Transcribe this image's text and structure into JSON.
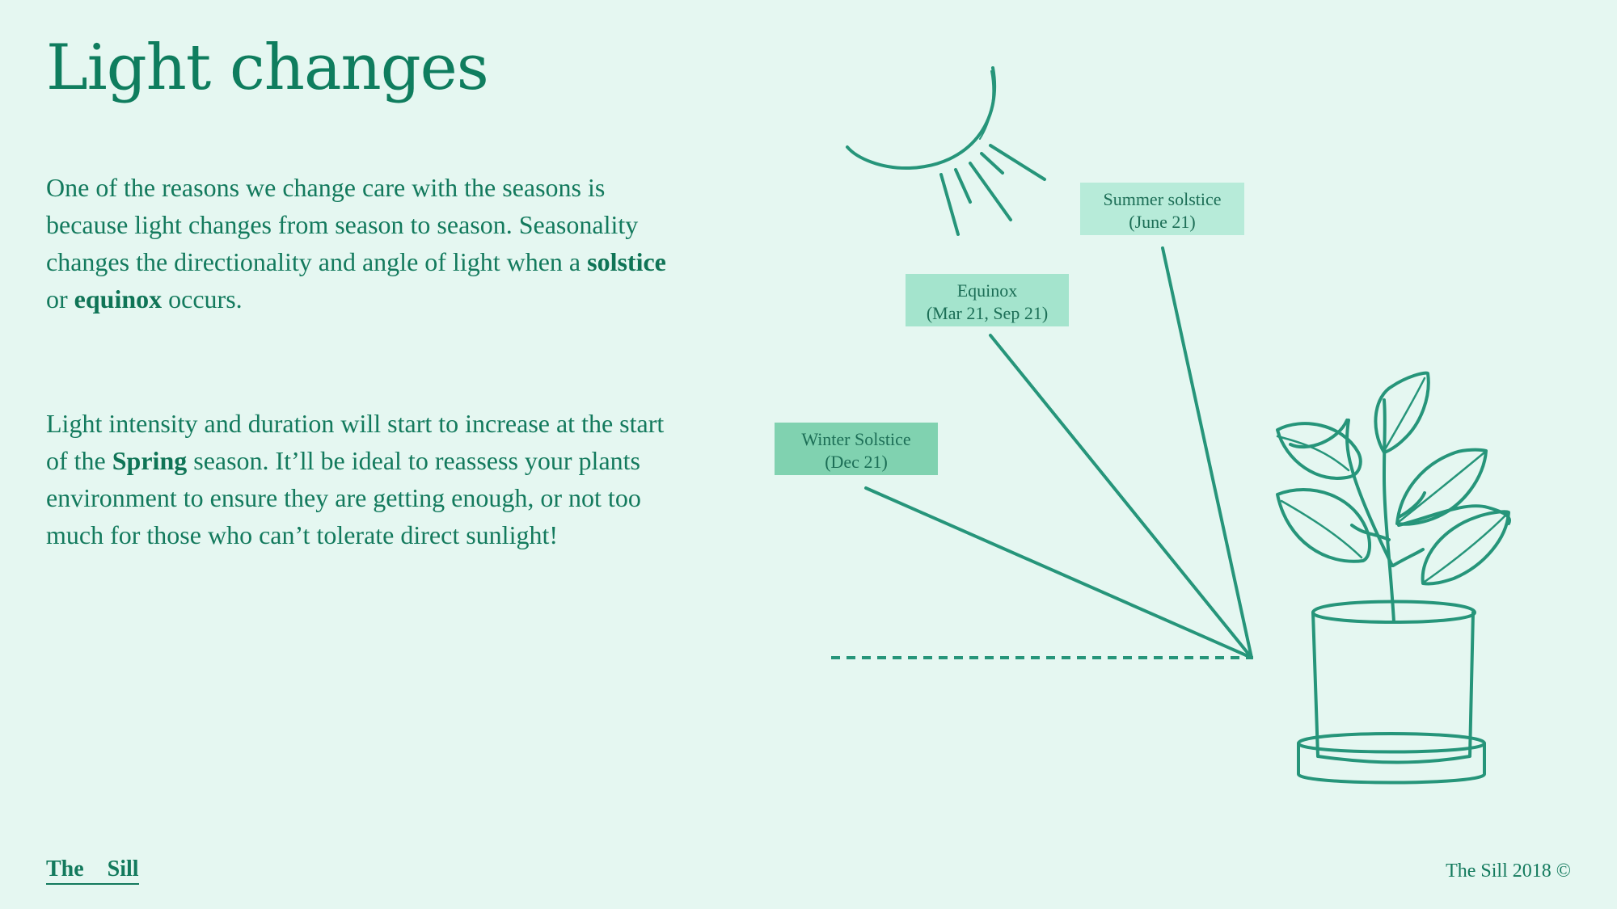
{
  "title": "Light changes",
  "paragraphs": {
    "p1": {
      "text_a": "One of the reasons we change care with the seasons is because light changes from season to season. Seasonality changes the directionality and angle of light when a ",
      "bold_a": "solstice",
      "text_b": " or ",
      "bold_b": "equinox",
      "text_c": " occurs."
    },
    "p2": {
      "text_a": "Light intensity and duration will start to increase at the start of the ",
      "bold_a": "Spring",
      "text_b": " season. It’ll be ideal to reassess your plants environment to ensure they are getting enough, or not too much for those who can’t tolerate direct sunlight!"
    }
  },
  "diagram": {
    "labels": {
      "summer": {
        "line1": "Summer solstice",
        "line2": "(June 21)"
      },
      "equinox": {
        "line1": "Equinox",
        "line2": "(Mar 21, Sep 21)"
      },
      "winter": {
        "line1": "Winter Solstice",
        "line2": "(Dec 21)"
      }
    },
    "icons": [
      "sun-icon",
      "potted-plant-icon"
    ],
    "colors": {
      "line": "#26957a",
      "summer_box": "#b7ebd9",
      "equinox_box": "#a4e4cd",
      "winter_box": "#80d2b0",
      "background": "#e5f7f1"
    }
  },
  "footer": {
    "brand": "The Sill",
    "copyright": "The Sill 2018 ©"
  }
}
